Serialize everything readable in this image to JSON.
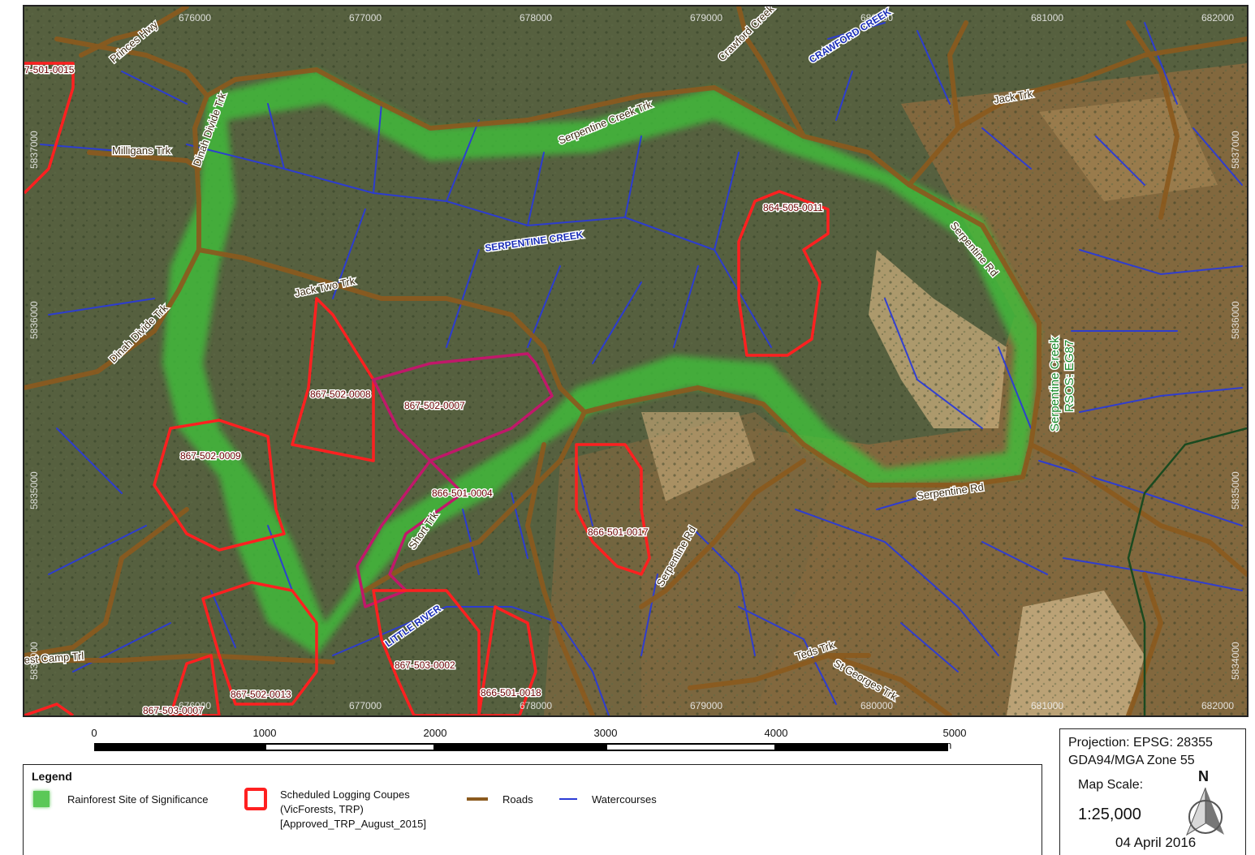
{
  "map": {
    "grid_labels_top": [
      "676000",
      "677000",
      "678000",
      "679000",
      "680000",
      "681000",
      "682000"
    ],
    "grid_labels_bottom": [
      "676000",
      "677000",
      "678000",
      "679000",
      "680000",
      "681000",
      "682000"
    ],
    "grid_labels_left": [
      "5837000",
      "5836000",
      "5835000",
      "5834000"
    ],
    "grid_labels_right": [
      "5837000",
      "5836000",
      "5835000",
      "5834000"
    ],
    "roads": [
      "Princes Hwy",
      "Crawford Creek",
      "Jack Trk",
      "Milligans Trk",
      "Dinah Divide Trk",
      "Serpentine Creek Trk",
      "Serpentine Rd",
      "Jack Two Trk",
      "Dinah Divide Trk",
      "Short Trk",
      "Serpentine Rd",
      "Serpentine Rd",
      "Teds Trk",
      "St Georges Trk",
      "est Camp Trl"
    ],
    "creeks": [
      "CRAWFORD CREEK",
      "SERPENTINE CREEK",
      "LITTLE RIVER"
    ],
    "coupes": [
      "7-501-0015",
      "864-505-0011",
      "867-502-0008",
      "867-502-0007",
      "867-502-0009",
      "866-501-0004",
      "866-501-0017",
      "867-503-0002",
      "866-501-0018",
      "867-502-0013",
      "867-503-0007"
    ],
    "rsos_label": [
      "Serpentine Creek",
      "RSOS: EG87"
    ],
    "colors": {
      "rainforest": "#3fbf3a",
      "coupe": "#ff2020",
      "road": "#8b5a1e",
      "watercourse": "#2b3bd6"
    }
  },
  "scalebar": {
    "ticks": [
      "0",
      "1000",
      "2000",
      "3000",
      "4000",
      "5000 m"
    ]
  },
  "legend": {
    "title": "Legend",
    "rainforest_label": "Rainforest Site of Significance",
    "coupes_label_1": "Scheduled Logging Coupes",
    "coupes_label_2": "(VicForests, TRP)",
    "coupes_label_3": "[Approved_TRP_August_2015]",
    "roads_label": "Roads",
    "watercourses_label": "Watercourses"
  },
  "info": {
    "projection": "Projection: EPSG: 28355",
    "datum": "GDA94/MGA Zone 55",
    "scale_label": "Map Scale:",
    "scale_value": "1:25,000",
    "north": "N",
    "date": "04 April 2016"
  }
}
